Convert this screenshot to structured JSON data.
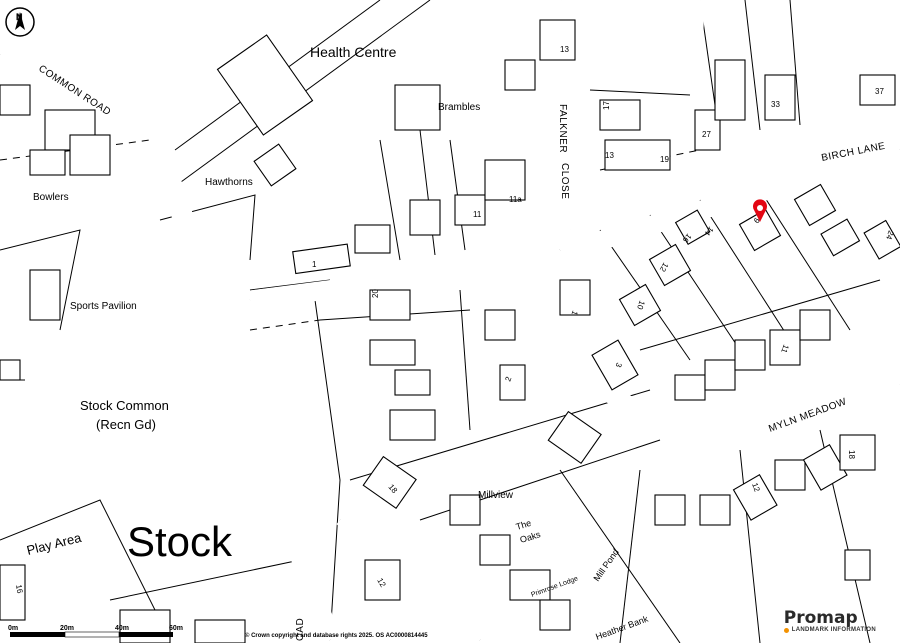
{
  "map": {
    "place_labels": {
      "health_centre": "Health Centre",
      "brambles": "Brambles",
      "hawthorns": "Hawthorns",
      "bowlers": "Bowlers",
      "sports_pavilion": "Sports Pavilion",
      "stock_common": "Stock Common",
      "recn_gd": "(Recn Gd)",
      "stock": "Stock",
      "play_area": "Play Area",
      "millview": "Millview",
      "the_oaks_1": "The",
      "the_oaks_2": "Oaks",
      "primrose_lodge": "Primrose Lodge",
      "mill_pond": "Mill Pond",
      "heather_bank": "Heather Bank"
    },
    "road_labels": {
      "common_road": "COMMON ROAD",
      "falkner": "FALKNER",
      "close": "CLOSE",
      "birch_lane": "BIRCH LANE",
      "myln_meadow": "MYLN MEADOW",
      "road_bottom": "OAD"
    },
    "house_numbers": [
      "13",
      "17",
      "13",
      "19",
      "27",
      "33",
      "37",
      "11a",
      "11",
      "1",
      "20",
      "2",
      "18",
      "16",
      "14",
      "9",
      "12",
      "10",
      "1",
      "3",
      "11",
      "24",
      "12",
      "18",
      "16",
      "12"
    ],
    "marker_color": "#e30613",
    "north_label": "N",
    "scale_bar": {
      "ticks": [
        "0m",
        "20m",
        "40m",
        "60m"
      ]
    },
    "copyright": "© Crown copyright and database rights 2025. OS AC0000814445",
    "brand": {
      "name": "Promap",
      "tagline": "LANDMARK INFORMATION",
      "accent": "#f39200"
    }
  }
}
